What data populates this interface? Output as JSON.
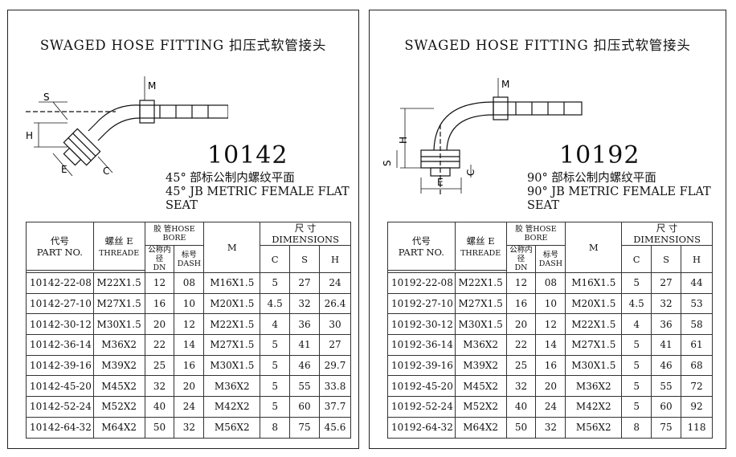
{
  "title": "SWAGED HOSE FITTING  扣压式软管接头",
  "headers": {
    "part_no_cn": "代号",
    "part_no_en": "PART NO.",
    "thread_cn": "螺丝 E",
    "thread_en": "THREADE",
    "hose_bore": "胶 管HOSE BORE",
    "dn_cn": "公称内径",
    "dn_en": "DN",
    "dash_cn": "标号",
    "dash_en": "DASH",
    "m": "M",
    "dimensions": "尺 寸 DIMENSIONS",
    "c": "C",
    "s": "S",
    "h": "H"
  },
  "left": {
    "part_number": "10142",
    "desc_cn": "45° 部标公制内螺纹平面",
    "desc_en": "45° JB METRIC FEMALE FLAT SEAT",
    "drawing_labels": {
      "s": "S",
      "m": "M",
      "h": "H",
      "e": "E",
      "c": "C"
    },
    "rows": [
      {
        "part": "10142-22-08",
        "thread": "M22X1.5",
        "dn": "12",
        "dash": "08",
        "m": "M16X1.5",
        "c": "5",
        "s": "27",
        "h": "24"
      },
      {
        "part": "10142-27-10",
        "thread": "M27X1.5",
        "dn": "16",
        "dash": "10",
        "m": "M20X1.5",
        "c": "4.5",
        "s": "32",
        "h": "26.4"
      },
      {
        "part": "10142-30-12",
        "thread": "M30X1.5",
        "dn": "20",
        "dash": "12",
        "m": "M22X1.5",
        "c": "4",
        "s": "36",
        "h": "30"
      },
      {
        "part": "10142-36-14",
        "thread": "M36X2",
        "dn": "22",
        "dash": "14",
        "m": "M27X1.5",
        "c": "5",
        "s": "41",
        "h": "27"
      },
      {
        "part": "10142-39-16",
        "thread": "M39X2",
        "dn": "25",
        "dash": "16",
        "m": "M30X1.5",
        "c": "5",
        "s": "46",
        "h": "29.7"
      },
      {
        "part": "10142-45-20",
        "thread": "M45X2",
        "dn": "32",
        "dash": "20",
        "m": "M36X2",
        "c": "5",
        "s": "55",
        "h": "33.8"
      },
      {
        "part": "10142-52-24",
        "thread": "M52X2",
        "dn": "40",
        "dash": "24",
        "m": "M42X2",
        "c": "5",
        "s": "60",
        "h": "37.7"
      },
      {
        "part": "10142-64-32",
        "thread": "M64X2",
        "dn": "50",
        "dash": "32",
        "m": "M56X2",
        "c": "8",
        "s": "75",
        "h": "45.6"
      }
    ]
  },
  "right": {
    "part_number": "10192",
    "desc_cn": "90° 部标公制内螺纹平面",
    "desc_en": "90° JB METRIC FEMALE FLAT SEAT",
    "drawing_labels": {
      "s": "S",
      "m": "M",
      "h": "H",
      "e": "E",
      "c": "C"
    },
    "rows": [
      {
        "part": "10192-22-08",
        "thread": "M22X1.5",
        "dn": "12",
        "dash": "08",
        "m": "M16X1.5",
        "c": "5",
        "s": "27",
        "h": "44"
      },
      {
        "part": "10192-27-10",
        "thread": "M27X1.5",
        "dn": "16",
        "dash": "10",
        "m": "M20X1.5",
        "c": "4.5",
        "s": "32",
        "h": "53"
      },
      {
        "part": "10192-30-12",
        "thread": "M30X1.5",
        "dn": "20",
        "dash": "12",
        "m": "M22X1.5",
        "c": "4",
        "s": "36",
        "h": "58"
      },
      {
        "part": "10192-36-14",
        "thread": "M36X2",
        "dn": "22",
        "dash": "14",
        "m": "M27X1.5",
        "c": "5",
        "s": "41",
        "h": "61"
      },
      {
        "part": "10192-39-16",
        "thread": "M39X2",
        "dn": "25",
        "dash": "16",
        "m": "M30X1.5",
        "c": "5",
        "s": "46",
        "h": "68"
      },
      {
        "part": "10192-45-20",
        "thread": "M45X2",
        "dn": "32",
        "dash": "20",
        "m": "M36X2",
        "c": "5",
        "s": "55",
        "h": "72"
      },
      {
        "part": "10192-52-24",
        "thread": "M52X2",
        "dn": "40",
        "dash": "24",
        "m": "M42X2",
        "c": "5",
        "s": "60",
        "h": "92"
      },
      {
        "part": "10192-64-32",
        "thread": "M64X2",
        "dn": "50",
        "dash": "32",
        "m": "M56X2",
        "c": "8",
        "s": "75",
        "h": "118"
      }
    ]
  }
}
